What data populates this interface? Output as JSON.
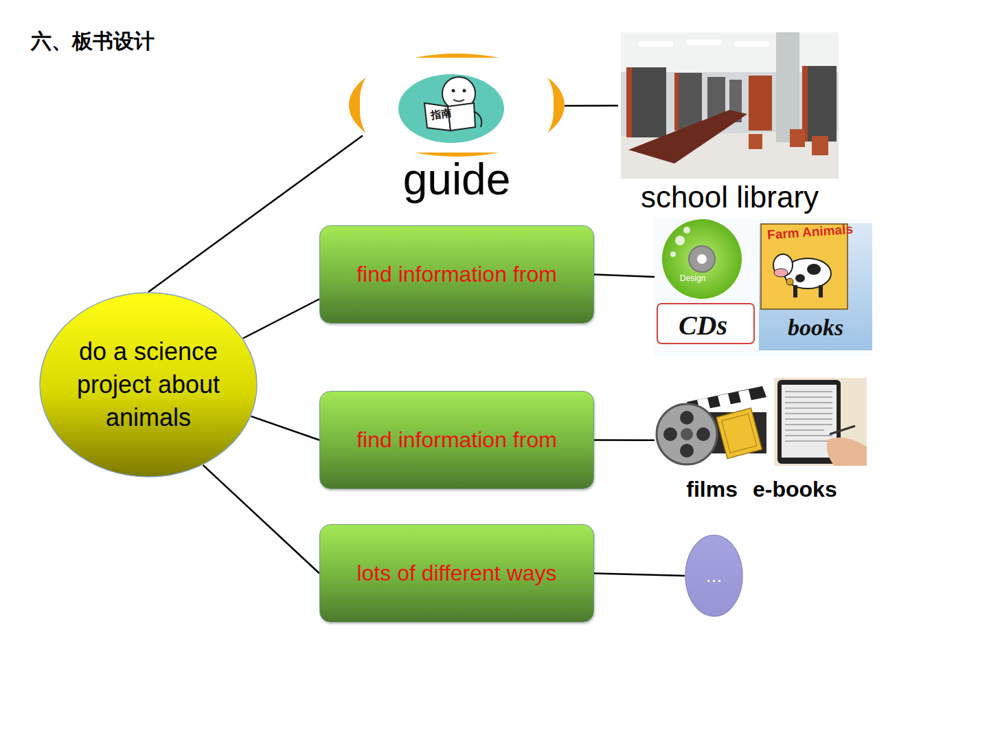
{
  "diagram": {
    "title": "六、板书设计",
    "nodes": [
      {
        "text": [
          "do a science project about animals"
        ]
      },
      {
        "text": [
          "guide"
        ]
      },
      {
        "text": [
          "school library"
        ]
      },
      {
        "text": [
          "find information from"
        ]
      },
      {
        "text": [
          "CDs",
          "books"
        ]
      },
      {
        "text": [
          "find information from"
        ]
      },
      {
        "text": [
          "films",
          "e-books"
        ]
      },
      {
        "text": [
          "lots of different ways"
        ]
      },
      {
        "text": [
          "..."
        ]
      }
    ],
    "edges": [
      {
        "from": 0,
        "to": 1,
        "arrow": "none"
      },
      {
        "from": 1,
        "to": 2,
        "arrow": "none"
      },
      {
        "from": 0,
        "to": 3,
        "arrow": "none"
      },
      {
        "from": 3,
        "to": 4,
        "arrow": "none"
      },
      {
        "from": 0,
        "to": 5,
        "arrow": "none"
      },
      {
        "from": 5,
        "to": 6,
        "arrow": "none"
      },
      {
        "from": 0,
        "to": 7,
        "arrow": "none"
      },
      {
        "from": 7,
        "to": 8,
        "arrow": "none"
      }
    ],
    "labels": [
      "指南",
      "Farm Animals",
      "Design"
    ]
  }
}
